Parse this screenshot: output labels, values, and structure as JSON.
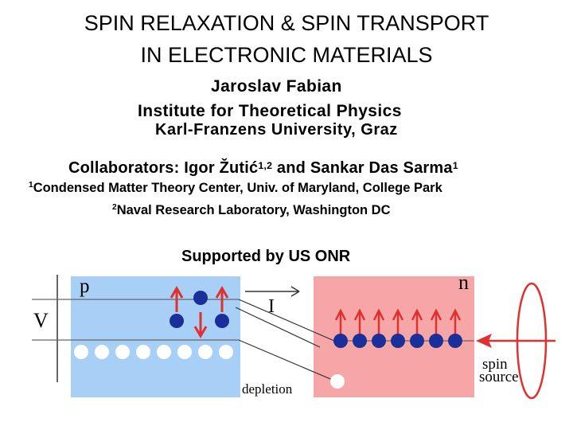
{
  "slide": {
    "title_line1": "SPIN RELAXATION & SPIN TRANSPORT",
    "title_line2": "IN ELECTRONIC MATERIALS",
    "author": "Jaroslav Fabian",
    "institute": "Institute for Theoretical Physics",
    "university": "Karl-Franzens University, Graz",
    "collaborators_text": "Collaborators: Igor Žutić",
    "collaborators_sup1": "1,2",
    "collaborators_and": " and Sankar Das Sarma",
    "collaborators_sup2": "1",
    "affiliation1_sup": "1",
    "affiliation1": "Condensed Matter Theory Center, Univ. of Maryland, College Park",
    "affiliation2_sup": "2",
    "affiliation2": "Naval Research Laboratory, Washington DC",
    "support": "Supported by US ONR"
  },
  "diagram": {
    "p_label": "p",
    "n_label": "n",
    "v_label": "V",
    "i_label": "I",
    "depletion_label": "depletion",
    "spin_label": "spin",
    "source_label": "source",
    "colors": {
      "p_region": "#a8cff5",
      "n_region": "#f7a6a8",
      "electron": "#1a2f9a",
      "spin_arrow": "#e03030",
      "hole": "#ffffff"
    }
  }
}
